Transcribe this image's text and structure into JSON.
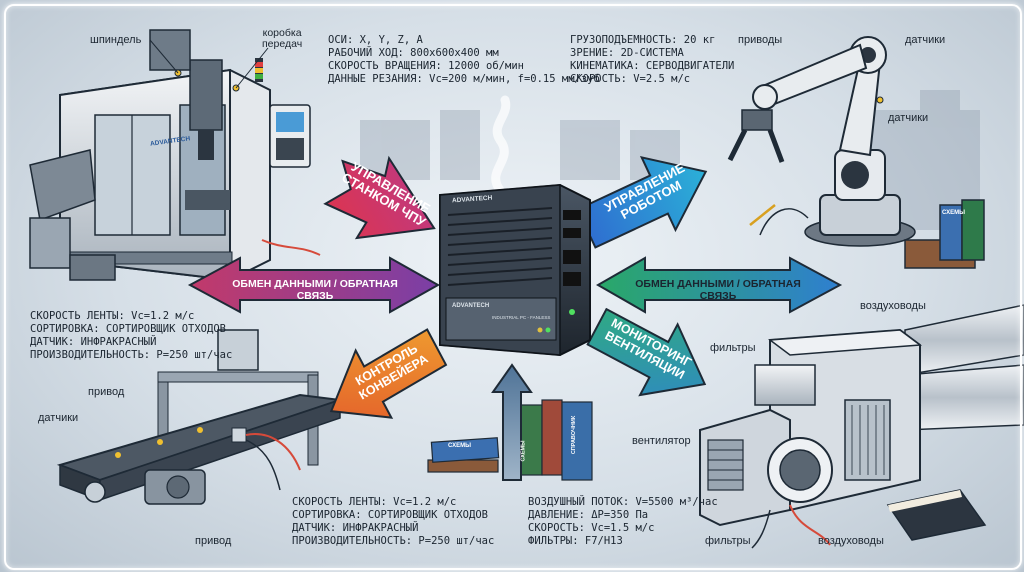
{
  "cnc": {
    "label_spindle": "шпиндель",
    "label_gearbox_1": "коробка",
    "label_gearbox_2": "передач",
    "brand": "ADVANTECH",
    "specs": [
      "ОСИ: X, Y, Z, A",
      "РАБОЧИЙ ХОД: 800x600x400 мм",
      "СКОРОСТЬ ВРАЩЕНИЯ: 12000 об/мин",
      "ДАННЫЕ РЕЗАНИЯ: Vc=200 м/мин, f=0.15 мм/зуб"
    ]
  },
  "robot": {
    "specs": [
      "ГРУЗОПОДЪЕМНОСТЬ: 20 кг",
      "ЗРЕНИЕ: 2D-СИСТЕМА",
      "КИНЕМАТИКА: СЕРВОДВИГАТЕЛИ",
      "СКОРОСТЬ: V=2.5 м/с"
    ],
    "label_drives": "приводы",
    "label_sensors_top": "датчики",
    "label_sensors_mid": "датчики",
    "book_label": "СХЕМЫ"
  },
  "conveyor": {
    "specs": [
      "СКОРОСТЬ ЛЕНТЫ: Vc=1.2 м/с",
      "СОРТИРОВКА: СОРТИРОВЩИК ОТХОДОВ",
      "ДАТЧИК: ИНФРАКРАСНЫЙ",
      "ПРОИЗВОДИТЕЛЬНОСТЬ: P=250 шт/час"
    ],
    "label_drive": "привод",
    "label_sensors": "датчики",
    "label_drive_bottom": "привод"
  },
  "center": {
    "specs": [
      "СКОРОСТЬ ЛЕНТЫ: Vc=1.2 м/с",
      "СОРТИРОВКА: СОРТИРОВЩИК ОТХОДОВ",
      "ДАТЧИК: ИНФРАКРАСНЫЙ",
      "ПРОИЗВОДИТЕЛЬНОСТЬ: P=250 шт/час"
    ],
    "pc_brand": "ADVANTECH",
    "pc_model": "INDUSTRIAL PC - FANLESS",
    "book_1": "СХЕМЫ",
    "book_2": "СХЕМЫ",
    "book_3": "СПРАВОЧНИК"
  },
  "ventilation": {
    "specs": [
      "ВОЗДУШНЫЙ ПОТОК: V=5500 м³/час",
      "ДАВЛЕНИЕ: ΔP=350 Па",
      "СКОРОСТЬ: Vc=1.5 м/с",
      "ФИЛЬТРЫ: F7/H13"
    ],
    "label_ducts_top": "воздуховоды",
    "label_filters_top": "фильтры",
    "label_fan": "вентилятор",
    "label_filters_bottom": "фильтры",
    "label_ducts_bottom": "воздуховоды"
  },
  "arrows": {
    "cnc_control": [
      "УПРАВЛЕНИЕ",
      "СТАНКОМ ЧПУ"
    ],
    "robot_control": [
      "УПРАВЛЕНИЕ",
      "РОБОТОМ"
    ],
    "exchange_left": "ОБМЕН ДАННЫМИ / ОБРАТНАЯ СВЯЗЬ",
    "exchange_right": "ОБМЕН ДАННЫМИ / ОБРАТНАЯ СВЯЗЬ",
    "conveyor_control": [
      "КОНТРОЛЬ",
      "КОНВЕЙЕРА"
    ],
    "vent_monitor": [
      "МОНИТОРИНГ",
      "ВЕНТИЛЯЦИИ"
    ]
  },
  "colors": {
    "arrow_cnc": "#c8325e",
    "arrow_robot": "#1d8fd6",
    "arrow_left": "#9a3d8f",
    "arrow_right": "#1e8fb8",
    "arrow_conveyor": "#e8782a",
    "arrow_vent": "#2f9f8a"
  }
}
